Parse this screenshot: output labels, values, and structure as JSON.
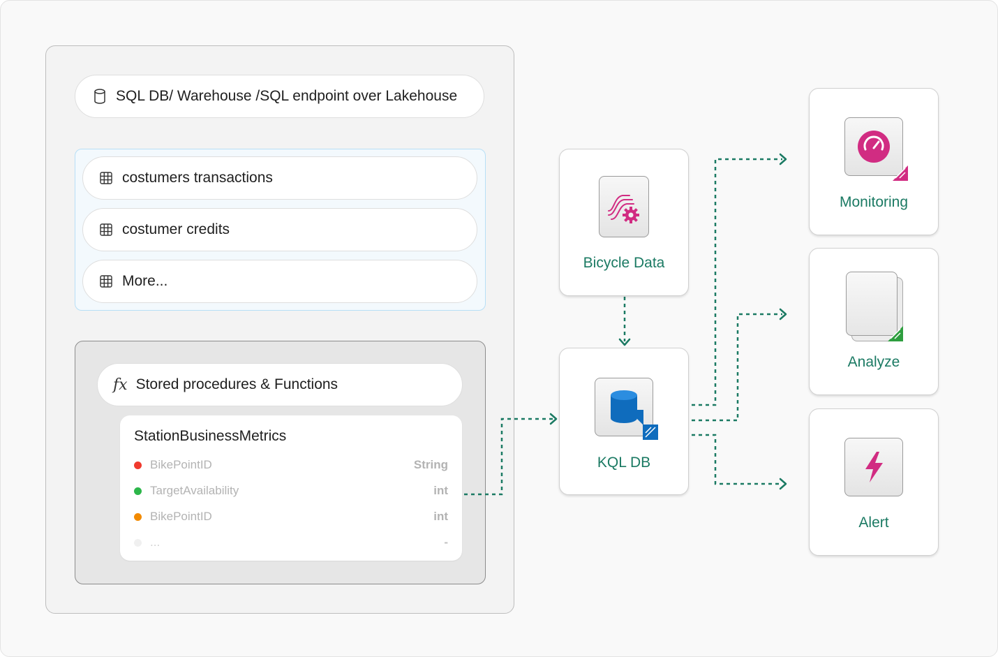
{
  "source": {
    "db_pill": {
      "label": "SQL DB/ Warehouse /SQL endpoint over Lakehouse",
      "icon": "database-icon"
    },
    "tables": [
      {
        "label": "costumers transactions",
        "icon": "table-grid-icon"
      },
      {
        "label": "costumer credits",
        "icon": "table-grid-icon"
      },
      {
        "label": "More...",
        "icon": "table-grid-icon"
      }
    ],
    "procedures": {
      "label": "Stored procedures & Functions",
      "icon_glyph": "fx",
      "function_card": {
        "title": "StationBusinessMetrics",
        "fields": [
          {
            "name": "BikePointID",
            "type": "String",
            "color": "#f03a2e"
          },
          {
            "name": "TargetAvailability",
            "type": "int",
            "color": "#2cb64a"
          },
          {
            "name": "BikePointID",
            "type": "int",
            "color": "#f28a00"
          },
          {
            "name": "...",
            "type": "-",
            "color": "#f0f0f0"
          }
        ]
      }
    }
  },
  "nodes": {
    "bicycle_data": {
      "label": "Bicycle Data",
      "icon": "eventstream-icon"
    },
    "kql_db": {
      "label": "KQL DB",
      "icon": "kql-database-icon"
    },
    "monitoring": {
      "label": "Monitoring",
      "icon": "dashboard-gauge-icon"
    },
    "analyze": {
      "label": "Analyze",
      "icon": "queryset-icon"
    },
    "alert": {
      "label": "Alert",
      "icon": "lightning-icon"
    }
  },
  "colors": {
    "accent": "#1b7a63",
    "connector": "#1b7a63",
    "pink": "#d12c82",
    "blue": "#0f6cbd",
    "green": "#2e9e3f"
  }
}
